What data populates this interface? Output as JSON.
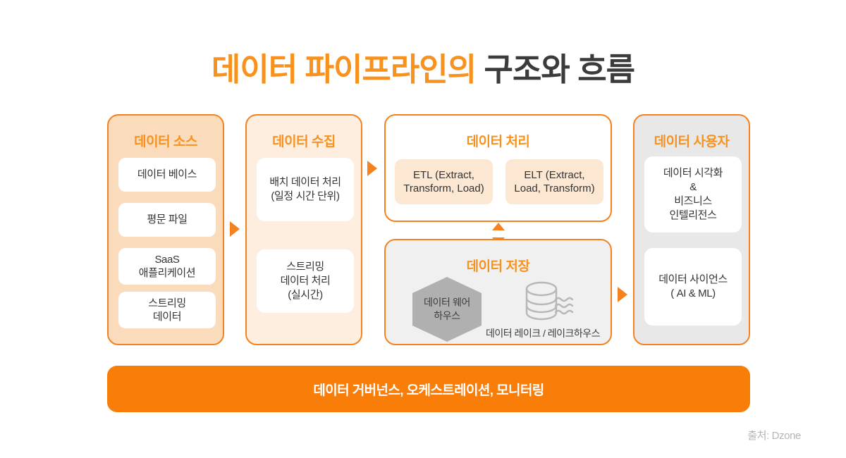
{
  "title": {
    "accent_text": "데이터 파이프라인의",
    "dark_text": "구조와 흐름"
  },
  "columns": {
    "source": {
      "heading": "데이터 소스",
      "items": [
        {
          "label": "데이터 베이스"
        },
        {
          "label": "평문 파일"
        },
        {
          "label": "SaaS\n애플리케이션"
        },
        {
          "label": "스트리밍\n데이터"
        }
      ]
    },
    "ingestion": {
      "heading": "데이터 수집",
      "items": [
        {
          "label": "배치 데이터 처리\n(일정 시간 단위)"
        },
        {
          "label": "스트리밍\n데이터 처리\n(실시간)"
        }
      ]
    },
    "processing": {
      "heading": "데이터 처리",
      "items": [
        {
          "label": "ETL (Extract,\nTransform, Load)"
        },
        {
          "label": "ELT (Extract,\nLoad, Transform)"
        }
      ]
    },
    "storage": {
      "heading": "데이터 저장",
      "warehouse_label": "데이터 웨어\n하우스",
      "lake_label": "데이터 레이크 / 레이크하우스"
    },
    "users": {
      "heading": "데이터 사용자",
      "items": [
        {
          "label": "데이터 시각화\n&\n비즈니스\n인텔리전스"
        },
        {
          "label": "데이터 사이언스\n( AI & ML)"
        }
      ]
    }
  },
  "governance_bar": {
    "label": "데이터 거버넌스, 오케스트레이션, 모니터링"
  },
  "credit": {
    "label": "출처: Dzone"
  },
  "colors": {
    "brand_orange": "#f5821f",
    "title_orange": "#f7921e",
    "title_dark": "#3b3b3b",
    "source_fill": "#fadcbd",
    "ingestion_fill": "#fdeee0",
    "process_item_fill": "#fce7d3",
    "storage_fill": "#f0f0f0",
    "users_fill": "#e8e8e8",
    "hexagon_gray": "#b0b0b0",
    "bar_orange": "#f97d09",
    "credit_gray": "#b4b4b4"
  }
}
